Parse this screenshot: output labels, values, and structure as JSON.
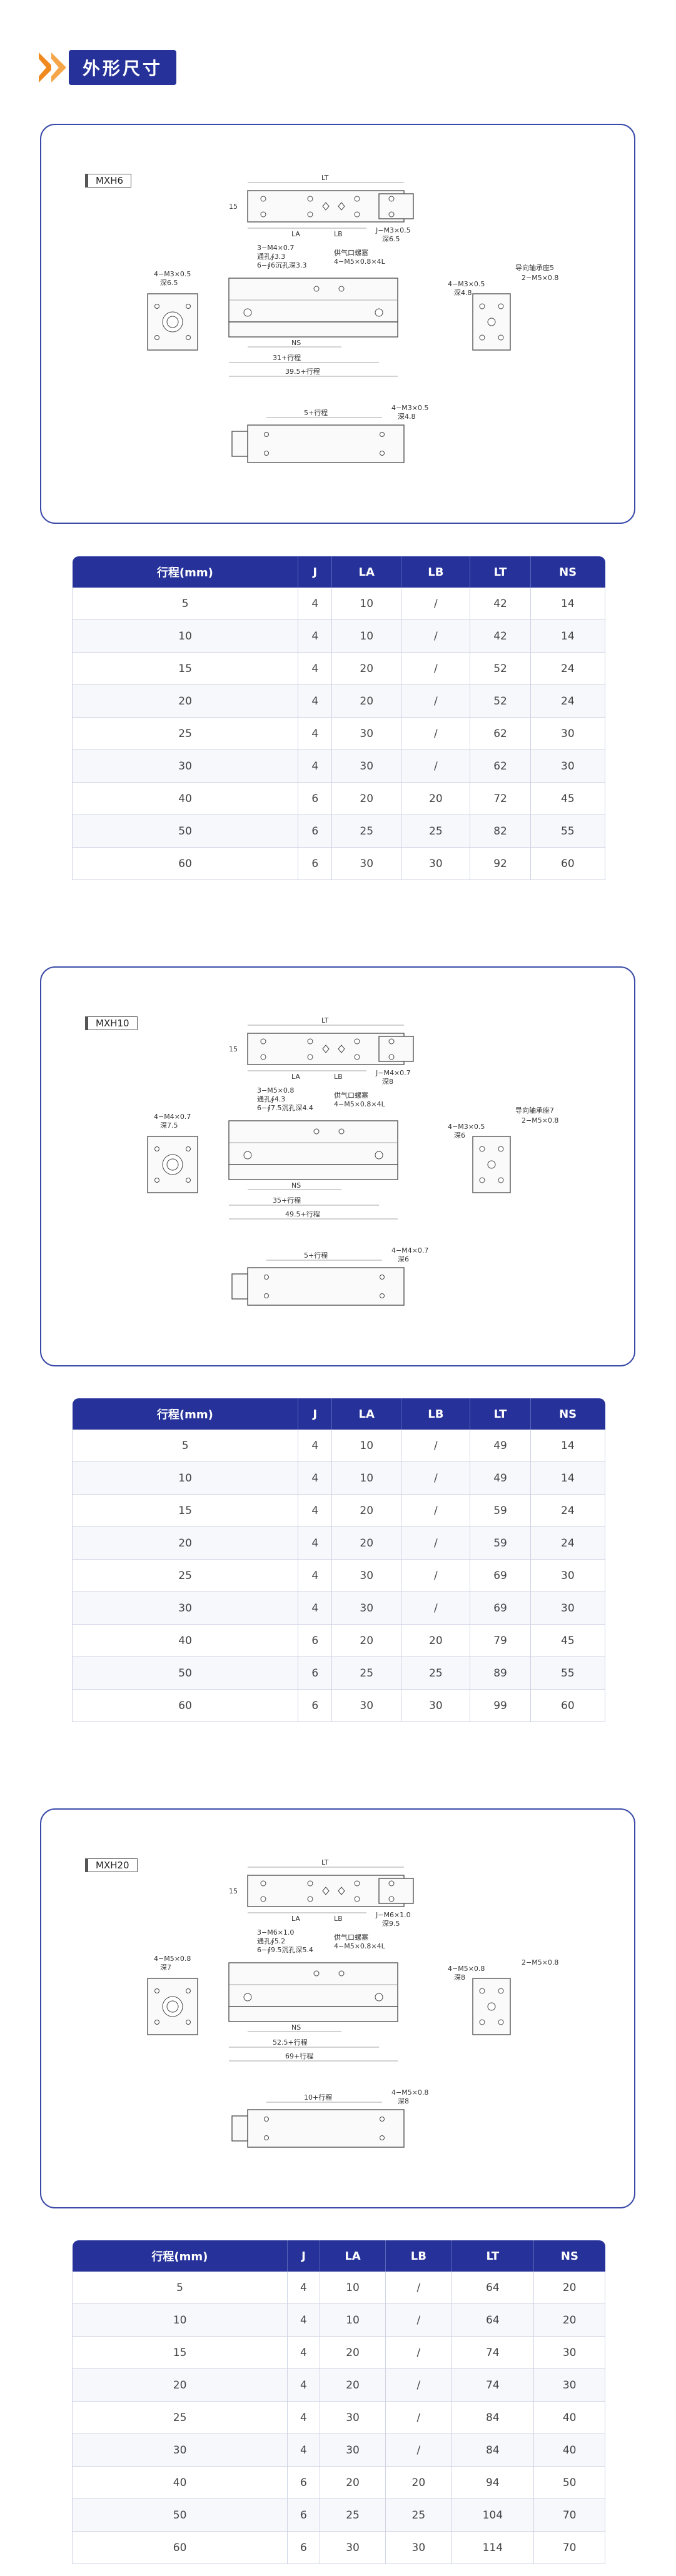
{
  "header": {
    "title": "外形尺寸"
  },
  "colors": {
    "accent": "#26329a",
    "chevron": "#f08a1e"
  },
  "sections": [
    {
      "model": "MXH6",
      "columns": [
        "行程(mm)",
        "J",
        "LA",
        "LB",
        "LT",
        "NS"
      ],
      "rows": [
        [
          "5",
          "4",
          "10",
          "/",
          "42",
          "14"
        ],
        [
          "10",
          "4",
          "10",
          "/",
          "42",
          "14"
        ],
        [
          "15",
          "4",
          "20",
          "/",
          "52",
          "24"
        ],
        [
          "20",
          "4",
          "20",
          "/",
          "52",
          "24"
        ],
        [
          "25",
          "4",
          "30",
          "/",
          "62",
          "30"
        ],
        [
          "30",
          "4",
          "30",
          "/",
          "62",
          "30"
        ],
        [
          "40",
          "6",
          "20",
          "20",
          "72",
          "45"
        ],
        [
          "50",
          "6",
          "25",
          "25",
          "82",
          "55"
        ],
        [
          "60",
          "6",
          "30",
          "30",
          "92",
          "60"
        ]
      ],
      "drawing": {
        "lt": "LT",
        "la": "LA",
        "lb": "LB",
        "ns": "NS",
        "note_jm": "J−M3×0.5",
        "note_jm_sub": "深6.5",
        "note_m4": "3−M4×0.7",
        "note_tk": "通孔∮3.3",
        "note_cb": "6−∮6沉孔深3.3",
        "note_port": "供气口螺塞",
        "note_m5": "4−M5×0.8×4L",
        "note_side": "4−M3×0.5",
        "note_side_sub": "深6.5",
        "note_stop": "导向轴承座5",
        "note_m5b": "2−M5×0.8",
        "note_m3b": "4−M3×0.5",
        "note_m3b_sub": "深4.8",
        "stroke1": "31+行程",
        "stroke2": "39.5+行程",
        "stroke3": "5+行程",
        "note_bot": "4−M3×0.5",
        "note_bot_sub": "深4.8"
      }
    },
    {
      "model": "MXH10",
      "columns": [
        "行程(mm)",
        "J",
        "LA",
        "LB",
        "LT",
        "NS"
      ],
      "rows": [
        [
          "5",
          "4",
          "10",
          "/",
          "49",
          "14"
        ],
        [
          "10",
          "4",
          "10",
          "/",
          "49",
          "14"
        ],
        [
          "15",
          "4",
          "20",
          "/",
          "59",
          "24"
        ],
        [
          "20",
          "4",
          "20",
          "/",
          "59",
          "24"
        ],
        [
          "25",
          "4",
          "30",
          "/",
          "69",
          "30"
        ],
        [
          "30",
          "4",
          "30",
          "/",
          "69",
          "30"
        ],
        [
          "40",
          "6",
          "20",
          "20",
          "79",
          "45"
        ],
        [
          "50",
          "6",
          "25",
          "25",
          "89",
          "55"
        ],
        [
          "60",
          "6",
          "30",
          "30",
          "99",
          "60"
        ]
      ],
      "drawing": {
        "lt": "LT",
        "la": "LA",
        "lb": "LB",
        "ns": "NS",
        "note_jm": "J−M4×0.7",
        "note_jm_sub": "深8",
        "note_m4": "3−M5×0.8",
        "note_tk": "通孔∮4.3",
        "note_cb": "6−∮7.5沉孔深4.4",
        "note_port": "供气口螺塞",
        "note_m5": "4−M5×0.8×4L",
        "note_side": "4−M4×0.7",
        "note_side_sub": "深7.5",
        "note_stop": "导向轴承座7",
        "note_m5b": "2−M5×0.8",
        "note_m3b": "4−M3×0.5",
        "note_m3b_sub": "深6",
        "stroke1": "35+行程",
        "stroke2": "49.5+行程",
        "stroke3": "5+行程",
        "note_bot": "4−M4×0.7",
        "note_bot_sub": "深6"
      }
    },
    {
      "model": "MXH20",
      "columns": [
        "行程(mm)",
        "J",
        "LA",
        "LB",
        "LT",
        "NS"
      ],
      "rows": [
        [
          "5",
          "4",
          "10",
          "/",
          "64",
          "20"
        ],
        [
          "10",
          "4",
          "10",
          "/",
          "64",
          "20"
        ],
        [
          "15",
          "4",
          "20",
          "/",
          "74",
          "30"
        ],
        [
          "20",
          "4",
          "20",
          "/",
          "74",
          "30"
        ],
        [
          "25",
          "4",
          "30",
          "/",
          "84",
          "40"
        ],
        [
          "30",
          "4",
          "30",
          "/",
          "84",
          "40"
        ],
        [
          "40",
          "6",
          "20",
          "20",
          "94",
          "50"
        ],
        [
          "50",
          "6",
          "25",
          "25",
          "104",
          "70"
        ],
        [
          "60",
          "6",
          "30",
          "30",
          "114",
          "70"
        ]
      ],
      "drawing": {
        "lt": "LT",
        "la": "LA",
        "lb": "LB",
        "ns": "NS",
        "note_jm": "J−M6×1.0",
        "note_jm_sub": "深9.5",
        "note_m4": "3−M6×1.0",
        "note_tk": "通孔∮5.2",
        "note_cb": "6−∮9.5沉孔深5.4",
        "note_port": "供气口螺塞",
        "note_m5": "4−M5×0.8×4L",
        "note_side": "4−M5×0.8",
        "note_side_sub": "深7",
        "note_stop": "",
        "note_m5b": "2−M5×0.8",
        "note_m3b": "4−M5×0.8",
        "note_m3b_sub": "深8",
        "stroke1": "52.5+行程",
        "stroke2": "69+行程",
        "stroke3": "10+行程",
        "note_bot": "4−M5×0.8",
        "note_bot_sub": "深8"
      }
    }
  ]
}
